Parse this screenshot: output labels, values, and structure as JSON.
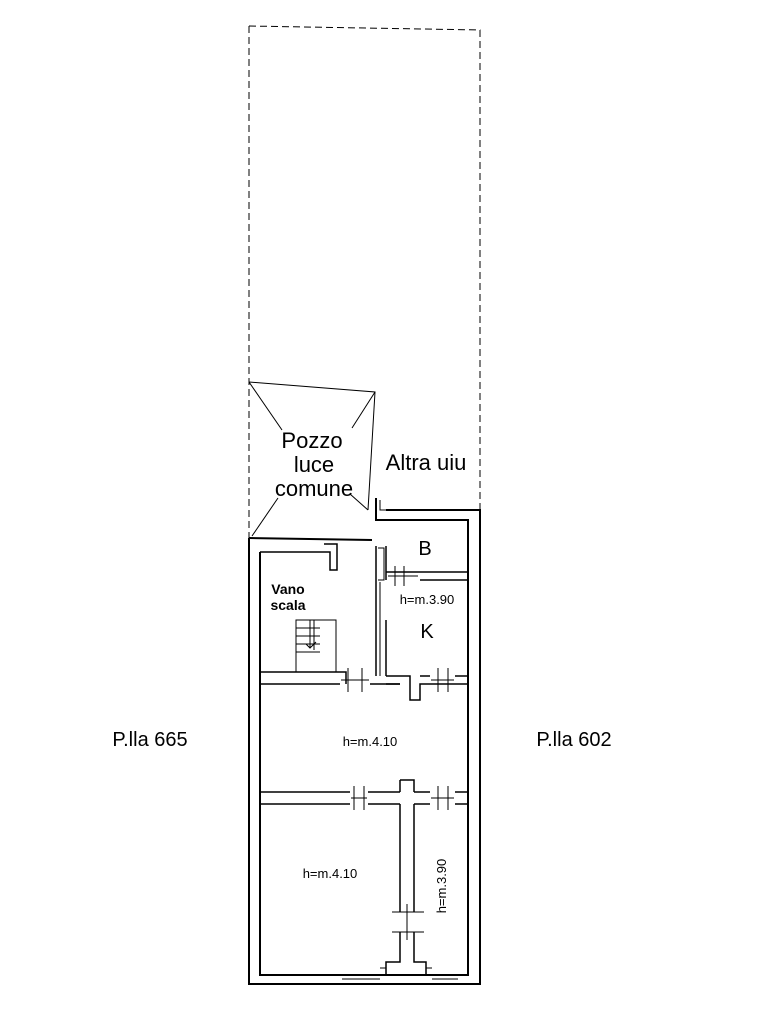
{
  "labels": {
    "pozzo_line1": "Pozzo",
    "pozzo_line2": "luce",
    "pozzo_line3": "comune",
    "altra_uiu": "Altra uiu",
    "room_b": "B",
    "room_k": "K",
    "vano_line1": "Vano",
    "vano_line2": "scala",
    "height_k": "h=m.3.90",
    "height_main": "h=m.4.10",
    "height_lower": "h=m.4.10",
    "height_corridor": "h=m.3.90",
    "parcel_left": "P.lla 665",
    "parcel_right": "P.lla 602"
  }
}
